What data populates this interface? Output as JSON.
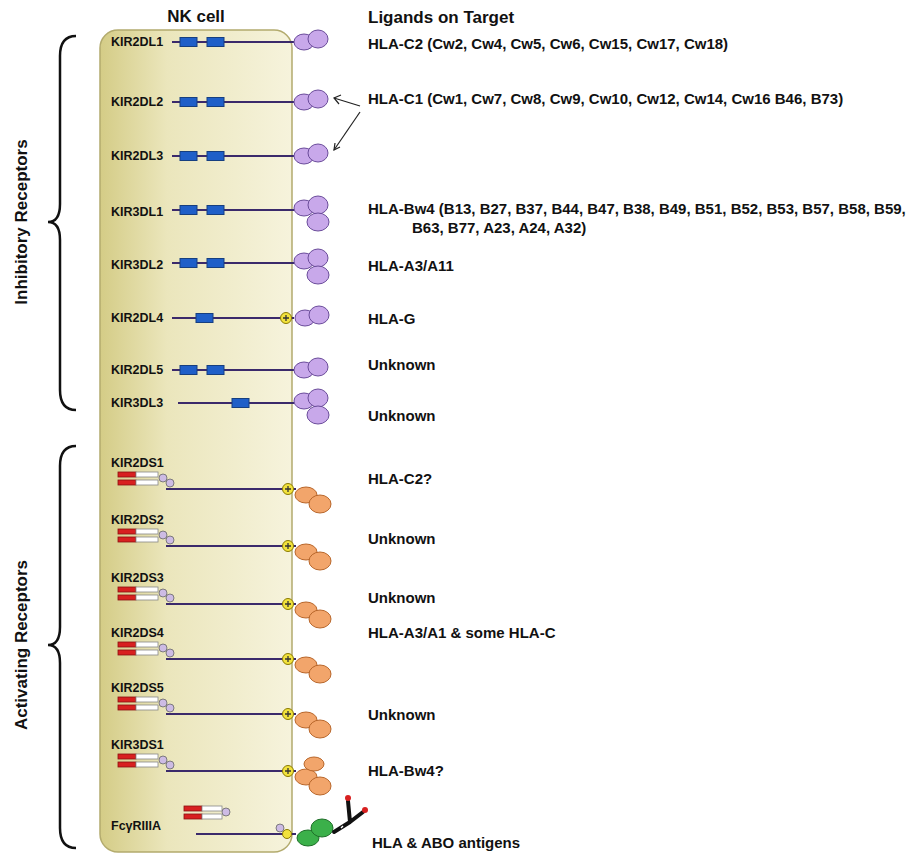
{
  "diagram": {
    "nodes": [
      {
        "text": [
          "NK cell"
        ]
      }
    ],
    "labels": [
      "Ligands on Target",
      "Inhibitory Receptors",
      "Activating Receptors",
      "KIR2DL1",
      "HLA-C2 (Cw2, Cw4, Cw5, Cw6, Cw15, Cw17, Cw18)",
      "KIR2DL2",
      "HLA-C1 (Cw1, Cw7, Cw8, Cw9, Cw10, Cw12, Cw14, Cw16 B46, B73)",
      "KIR2DL3",
      "KIR3DL1",
      "HLA-Bw4 (B13, B27, B37, B44, B47, B38, B49, B51, B52, B53, B57, B58, B59, B63, B77, A23, A24, A32)",
      "KIR3DL2",
      "HLA-A3/A11",
      "KIR2DL4",
      "HLA-G",
      "KIR2DL5",
      "Unknown",
      "KIR3DL3",
      "Unknown",
      "KIR2DS1",
      "HLA-C2?",
      "KIR2DS2",
      "Unknown",
      "KIR2DS3",
      "Unknown",
      "KIR2DS4",
      "HLA-A3/A1 & some HLA-C",
      "KIR2DS5",
      "Unknown",
      "KIR3DS1",
      "HLA-Bw4?",
      "FcγRIIIA",
      "HLA & ABO antigens"
    ]
  }
}
